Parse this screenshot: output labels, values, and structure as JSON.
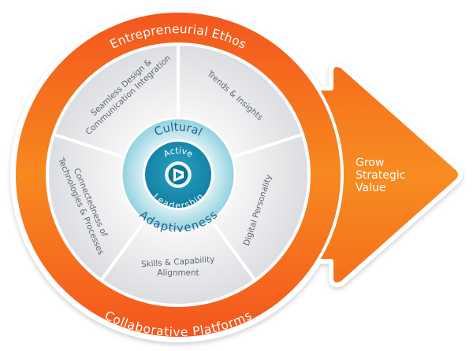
{
  "diagram": {
    "outer_ring": {
      "top_label": "Entrepreneurial Ethos",
      "bottom_label": "Collaborative Platforms"
    },
    "segments": [
      {
        "lines": [
          "Seamless Design &",
          "Communication Integration"
        ]
      },
      {
        "lines": [
          "Trends & Insights"
        ]
      },
      {
        "lines": [
          "Digital Personality"
        ]
      },
      {
        "lines": [
          "Skills & Capability",
          "Alignment"
        ]
      },
      {
        "lines": [
          "Connectedness of",
          "Technologies & Processes"
        ]
      }
    ],
    "middle_ring": {
      "top_label": "Cultural",
      "bottom_label": "Adaptiveness"
    },
    "core": {
      "top_label": "Active",
      "bottom_label": "Leadership",
      "icon": "play-cursor-icon"
    },
    "arrow": {
      "lines": [
        "Grow",
        "Strategic",
        "Value"
      ]
    }
  },
  "colors": {
    "orange_dark": "#f4581f",
    "orange_light": "#f7871f",
    "grey_segment": "#e6e7e9",
    "teal_light": "#a9dde6",
    "teal_dark": "#1b8fb2",
    "navy_text": "#1f5e8c",
    "segment_text": "#5e6670"
  }
}
